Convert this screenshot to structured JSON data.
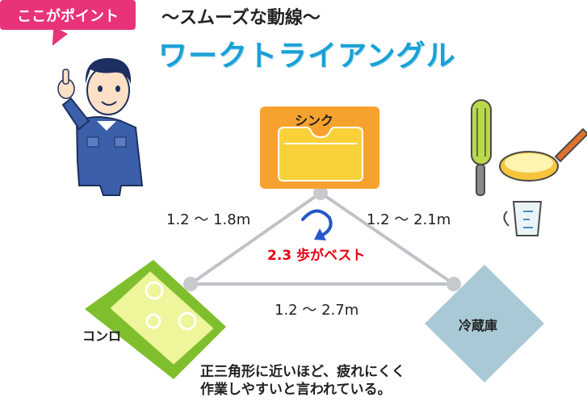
{
  "badge": {
    "text": "ここがポイント"
  },
  "heading": {
    "subtitle": "〜スムーズな動線〜",
    "title": "ワークトライアングル"
  },
  "stations": {
    "sink": "シンク",
    "stove": "コンロ",
    "fridge": "冷蔵庫"
  },
  "distances": {
    "sink_stove": "1.2 〜 1.8m",
    "sink_fridge": "1.2 〜 2.1m",
    "stove_fridge": "1.2 〜 2.7m"
  },
  "best_steps": "2.3 歩がベスト",
  "caption": {
    "line1": "正三角形に近いほど、疲れにくく",
    "line2": "作業しやすいと言われている。"
  },
  "colors": {
    "badge": "#e8337a",
    "title": "#1aa0d6",
    "sink": "#f7a22e",
    "stove": "#7fbf2e",
    "fridge": "#a9c9d6",
    "triangle": "#bfc3c7",
    "arrow": "#2457c8",
    "best": "#e60012"
  }
}
